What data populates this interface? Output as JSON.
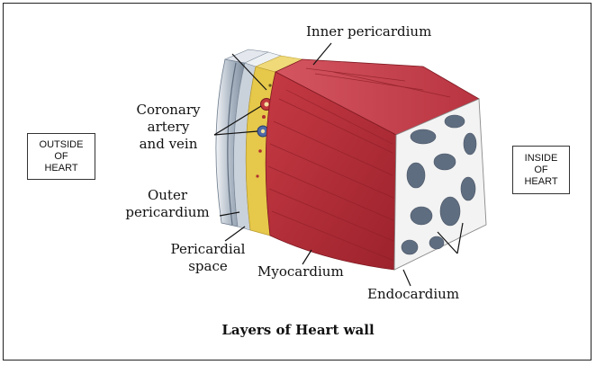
{
  "boxes": {
    "outside": [
      "OUTSIDE",
      "OF",
      "HEART"
    ],
    "inside": [
      "INSIDE",
      "OF",
      "HEART"
    ]
  },
  "labels": {
    "inner_pericardium": "Inner pericardium",
    "coronary": [
      "Coronary",
      "artery",
      "and vein"
    ],
    "outer_pericardium": [
      "Outer",
      "pericardium"
    ],
    "pericardial_space": [
      "Pericardial",
      "space"
    ],
    "myocardium": "Myocardium",
    "endocardium": "Endocardium"
  },
  "title": "Layers of Heart wall",
  "colors": {
    "myocardium": "#b8323a",
    "myocardium_dark": "#8e1f28",
    "fat_layer": "#e6c84a",
    "outer_layer": "#9aa7b6",
    "outer_layer_light": "#dde3ea",
    "endocardium": "#f2f2f2",
    "leader_line": "#111111"
  }
}
